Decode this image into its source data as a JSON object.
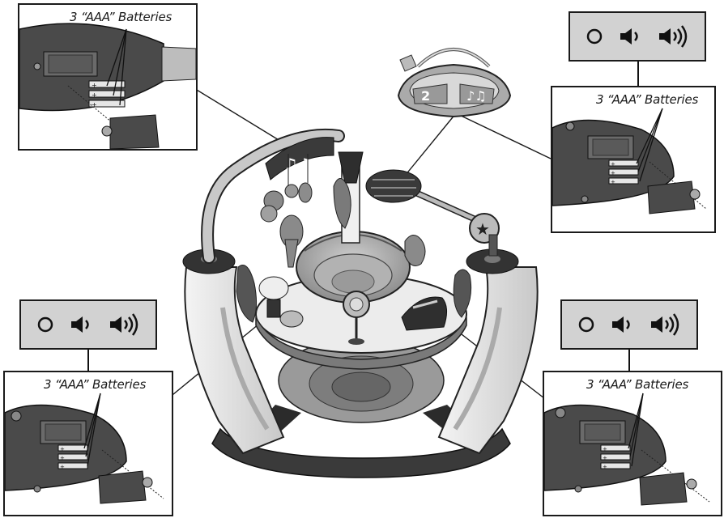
{
  "callouts": [
    {
      "id": "top-left",
      "battery_label": "3 “AAA” Batteries",
      "has_sound_switch": false
    },
    {
      "id": "top-right",
      "battery_label": "3 “AAA” Batteries",
      "has_sound_switch": true
    },
    {
      "id": "bottom-left",
      "battery_label": "3 “AAA” Batteries",
      "has_sound_switch": true
    },
    {
      "id": "bottom-right",
      "battery_label": "3 “AAA” Batteries",
      "has_sound_switch": true
    }
  ],
  "sound_switch": {
    "positions": [
      "off-icon",
      "low-volume-icon",
      "high-volume-icon"
    ]
  },
  "toy_tray": {
    "badge_number": "2",
    "icons": [
      "number-badge-icon",
      "music-notes-icon"
    ]
  },
  "battery_cell_markings": [
    "+",
    "+",
    "+"
  ],
  "colors": {
    "line": "#1a1a1a",
    "panel": "#d2d2d2",
    "device_dark": "#4a4a4a",
    "device_mid": "#8a8a8a"
  }
}
